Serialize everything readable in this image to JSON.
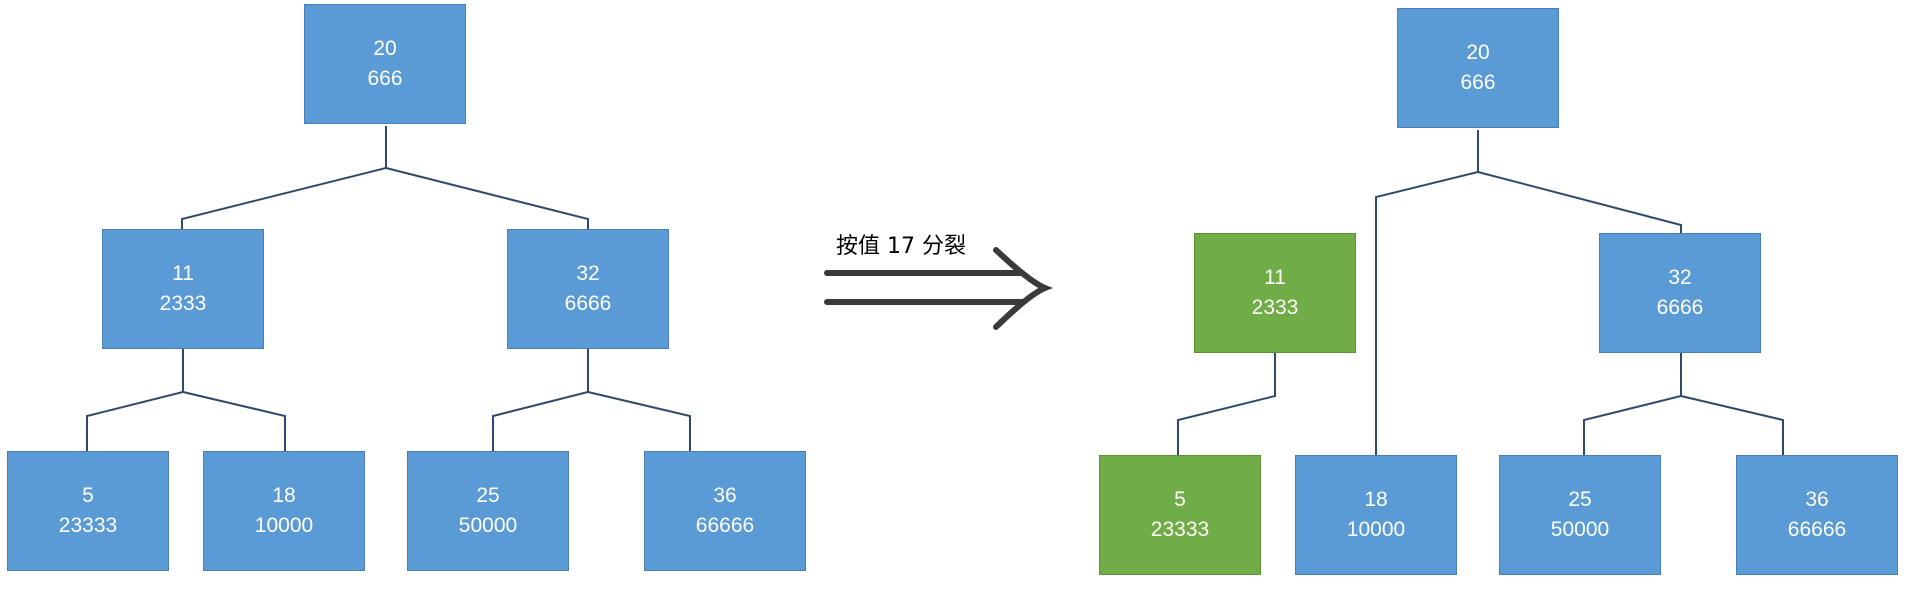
{
  "operation_label": "按值 17 分裂",
  "before_tree": {
    "root": {
      "key": "20",
      "value": "666"
    },
    "left": {
      "key": "11",
      "value": "2333"
    },
    "right": {
      "key": "32",
      "value": "6666"
    },
    "left_left": {
      "key": "5",
      "value": "23333"
    },
    "left_right": {
      "key": "18",
      "value": "10000"
    },
    "right_left": {
      "key": "25",
      "value": "50000"
    },
    "right_right": {
      "key": "36",
      "value": "66666"
    }
  },
  "after_tree": {
    "root": {
      "key": "20",
      "value": "666"
    },
    "left": {
      "key": "11",
      "value": "2333"
    },
    "right": {
      "key": "32",
      "value": "6666"
    },
    "left_left": {
      "key": "5",
      "value": "23333"
    },
    "root_left": {
      "key": "18",
      "value": "10000"
    },
    "right_left": {
      "key": "25",
      "value": "50000"
    },
    "right_right": {
      "key": "36",
      "value": "66666"
    }
  },
  "colors": {
    "node": "#5b9bd5",
    "highlight": "#70ad47",
    "edge": "#2e4a6b",
    "arrow": "#3a3a3a"
  }
}
